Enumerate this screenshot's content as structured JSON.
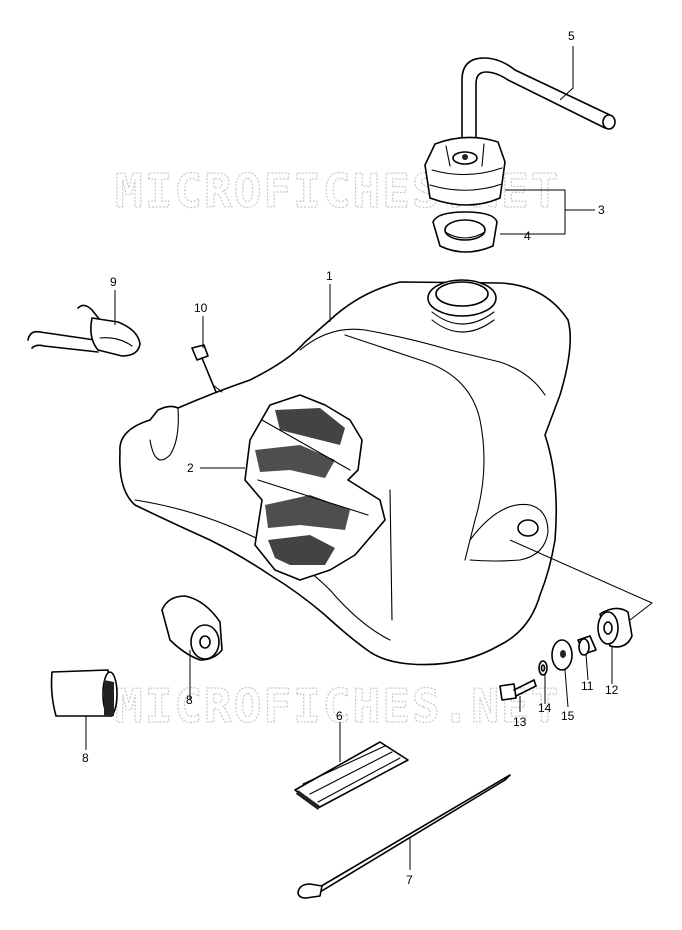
{
  "watermark": "MICROFICHES.NET",
  "callouts": {
    "c1": "1",
    "c2": "2",
    "c3": "3",
    "c4": "4",
    "c5": "5",
    "c6": "6",
    "c7": "7",
    "c8a": "8",
    "c8b": "8",
    "c9": "9",
    "c10": "10",
    "c11": "11",
    "c12": "12",
    "c13": "13",
    "c14": "14",
    "c15": "15"
  }
}
